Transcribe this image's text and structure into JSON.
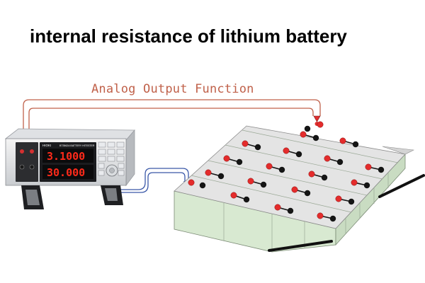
{
  "title": "internal resistance of lithium battery",
  "subtitle": "Analog Output Function",
  "meter": {
    "brand": "HIOKI",
    "model": "BT3562A BATTERY HITESTER",
    "display_top": "3.1000",
    "display_bottom": "30.000"
  },
  "colors": {
    "title": "#000000",
    "subtitle": "#c0614a",
    "analog_wire": "#c0614a",
    "probe_wire": "#3a58a8",
    "cell_body": "#dcebd4",
    "cell_top": "#e6e6e6",
    "terminal_pos": "#e42c2c",
    "terminal_neg": "#151515"
  }
}
